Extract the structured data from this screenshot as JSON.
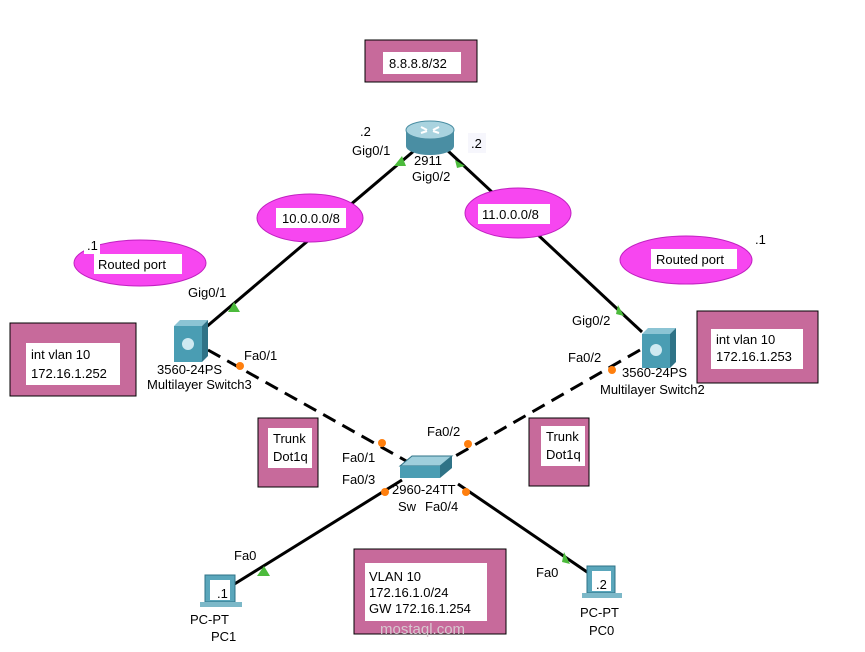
{
  "colors": {
    "note_box": "#c76a9b",
    "ellipse": "#f746f0",
    "link": "#000000",
    "link_up": "#4cbb3c",
    "link_trunk_port": "#ff7f0e"
  },
  "notes": {
    "loopback": "8.8.8.8/32",
    "left_svi": [
      "int vlan 10",
      "172.16.1.252"
    ],
    "right_svi": [
      "int vlan 10",
      "172.16.1.253"
    ],
    "trunk_left": [
      "Trunk",
      "Dot1q"
    ],
    "trunk_right": [
      "Trunk",
      "Dot1q"
    ],
    "vlan_info": [
      "VLAN 10",
      "172.16.1.0/24",
      "GW 172.16.1.254"
    ],
    "net_left": "10.0.0.0/8",
    "net_right": "11.0.0.0/8",
    "routed_left": "Routed port",
    "routed_right": "Routed port",
    "host_left_routed": ".1",
    "host_right_routed": ".1"
  },
  "devices": {
    "router": {
      "model": "2911",
      "left_host": ".2",
      "right_host": ".2",
      "port_left": "Gig0/1",
      "port_right": "Gig0/2"
    },
    "mls3": {
      "model": "3560-24PS",
      "name": "Multilayer Switch3",
      "port_up": "Gig0/1",
      "port_down": "Fa0/1"
    },
    "mls2": {
      "model": "3560-24PS",
      "name": "Multilayer Switch2",
      "port_up": "Gig0/2",
      "port_down": "Fa0/2"
    },
    "switch": {
      "model": "2960-24TT",
      "name": "Sw",
      "port1": "Fa0/1",
      "port2": "Fa0/2",
      "port3": "Fa0/3",
      "port4": "Fa0/4"
    },
    "pc1": {
      "model": "PC-PT",
      "name": "PC1",
      "port": "Fa0",
      "host": ".1"
    },
    "pc0": {
      "model": "PC-PT",
      "name": "PC0",
      "port": "Fa0",
      "host": ".2"
    }
  },
  "watermark": "mostaql.com"
}
